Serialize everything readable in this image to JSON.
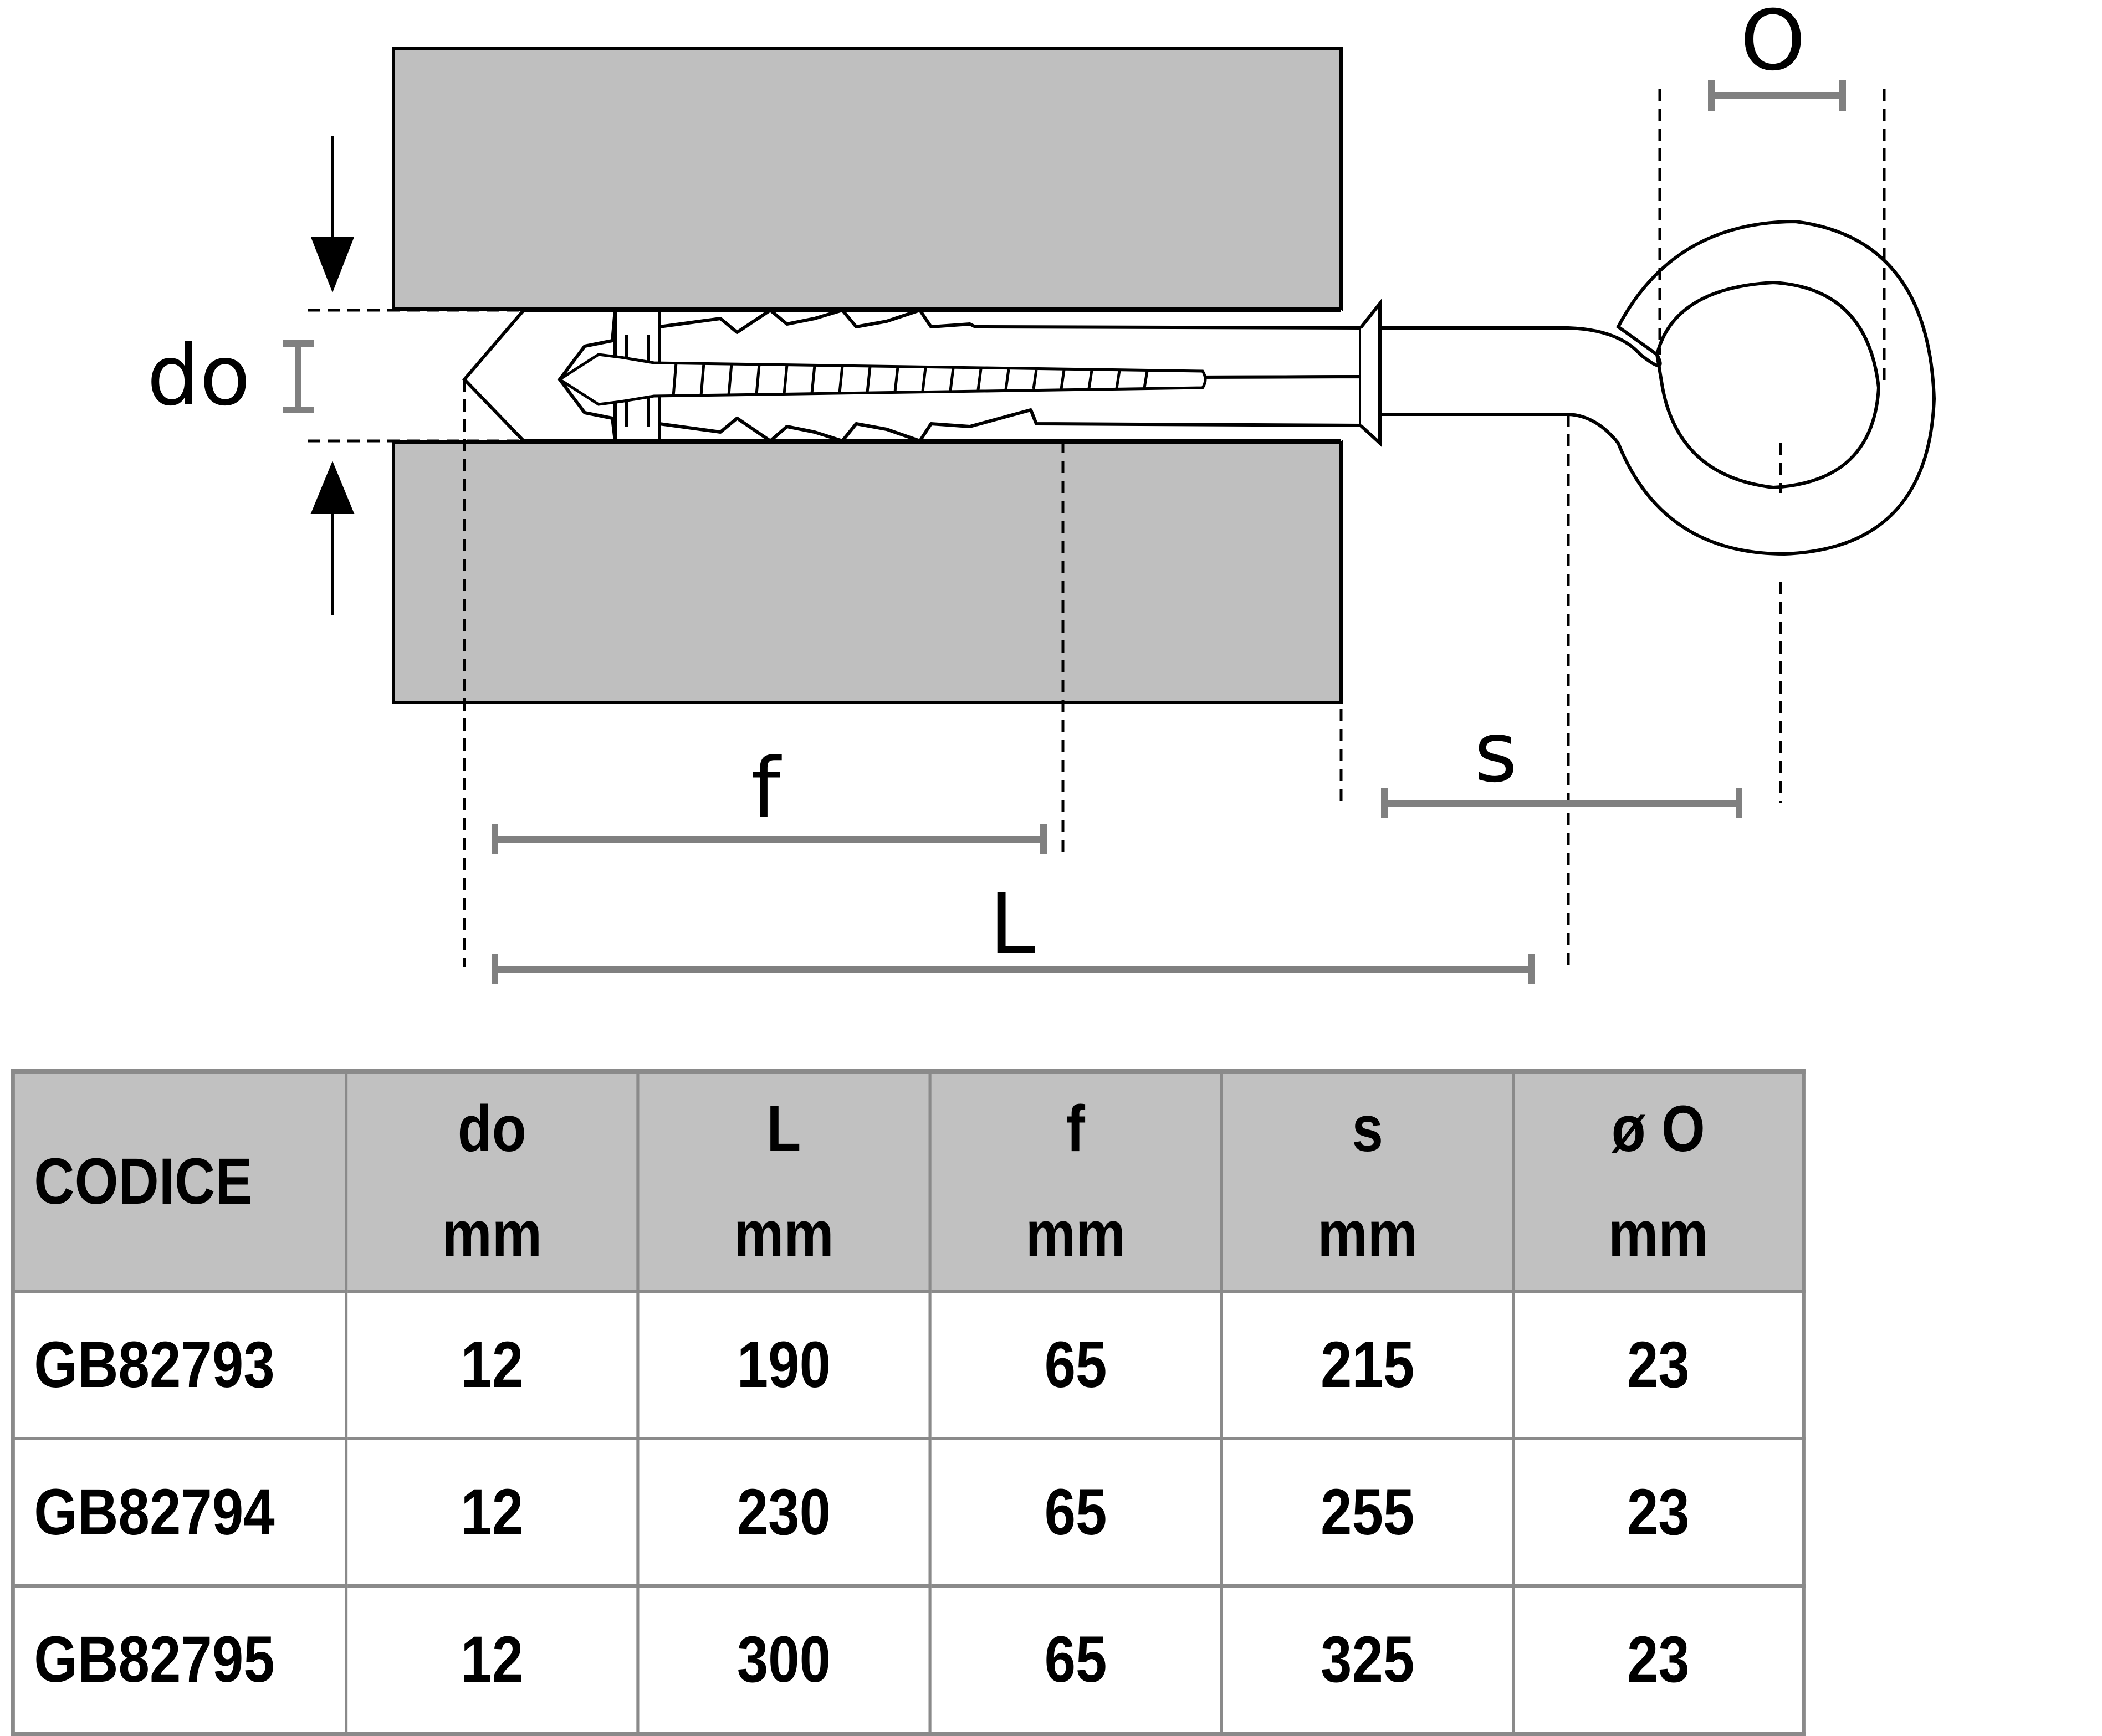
{
  "diagram": {
    "labels": {
      "do": "do",
      "f": "f",
      "L": "L",
      "s": "s",
      "O": "O"
    }
  },
  "table": {
    "headers": [
      {
        "name": "CODICE",
        "unit": ""
      },
      {
        "name": "do",
        "unit": "mm"
      },
      {
        "name": "L",
        "unit": "mm"
      },
      {
        "name": "f",
        "unit": "mm"
      },
      {
        "name": "s",
        "unit": "mm"
      },
      {
        "name": "ø O",
        "unit": "mm"
      }
    ],
    "rows": [
      [
        "GB82793",
        "12",
        "190",
        "65",
        "215",
        "23"
      ],
      [
        "GB82794",
        "12",
        "230",
        "65",
        "255",
        "23"
      ],
      [
        "GB82795",
        "12",
        "300",
        "65",
        "325",
        "23"
      ]
    ]
  },
  "colors": {
    "wall": "#bfbfbf",
    "dimension": "#808080",
    "header_bg": "#c1c1c1",
    "border": "#8a8a8a"
  }
}
